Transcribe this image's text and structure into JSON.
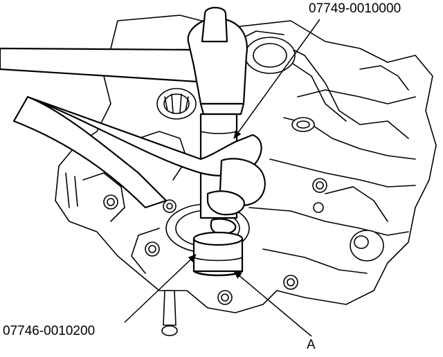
{
  "callouts": {
    "driver_handle": "07749-0010000",
    "attachment": "07746-0010200",
    "part_a": "A"
  }
}
